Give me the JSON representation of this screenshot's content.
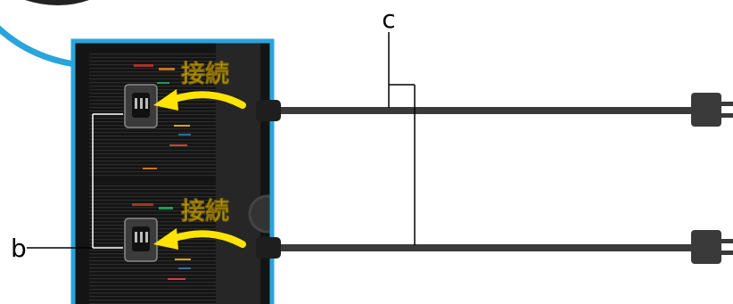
{
  "labels": {
    "cable_callout": "c",
    "inlet_callout": "b",
    "connect_upper": "接続",
    "connect_lower": "接続"
  },
  "colors": {
    "frame_blue": "#29a4dc",
    "arrow_yellow": "#ffe400",
    "cable_dark": "#3a3a3a",
    "panel_dark": "#141414"
  },
  "icons": {
    "arrows": "curved-arrow-left",
    "plugs": "power-plug"
  }
}
